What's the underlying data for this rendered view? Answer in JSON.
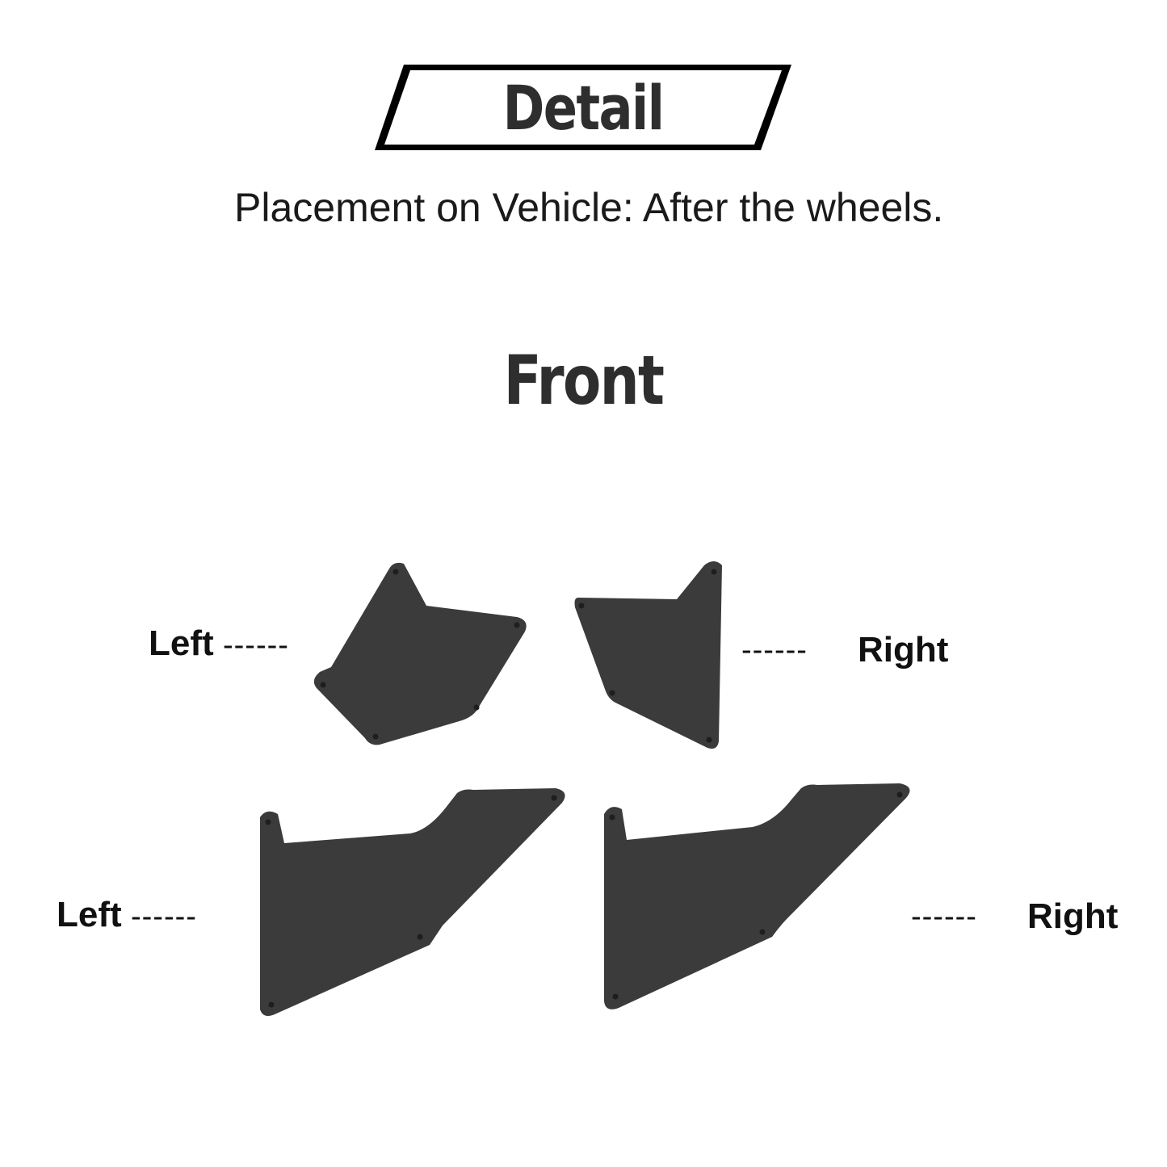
{
  "header": {
    "title": "Detail",
    "subtitle": "Placement on Vehicle: After the wheels."
  },
  "section": {
    "title": "Front"
  },
  "labels": {
    "top_left": "Left",
    "top_right": "Right",
    "bottom_left": "Left",
    "bottom_right": "Right",
    "dashes": "------"
  },
  "colors": {
    "part_fill": "#3b3b3b",
    "text": "#111111",
    "title": "#2e2e2e"
  }
}
